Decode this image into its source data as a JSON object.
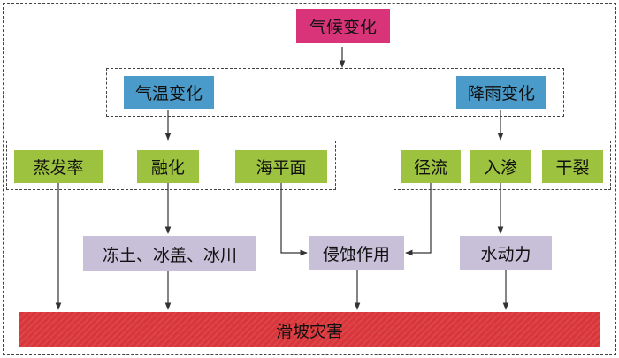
{
  "nodes": {
    "root": "气候变化",
    "temp": "气温变化",
    "rain": "降雨变化",
    "evap": "蒸发率",
    "melt": "融化",
    "sea": "海平面",
    "runoff": "径流",
    "infil": "入渗",
    "crack": "干裂",
    "frozen": "冻土、冰盖、冰川",
    "erosion": "侵蚀作用",
    "hydro": "水动力",
    "landslide": "滑坡灾害"
  },
  "colors": {
    "root": "#d9347a",
    "middle": "#4a9bc9",
    "leaf": "#9dc23f",
    "process": "#c8c0d8",
    "disaster": "#d9363b"
  }
}
